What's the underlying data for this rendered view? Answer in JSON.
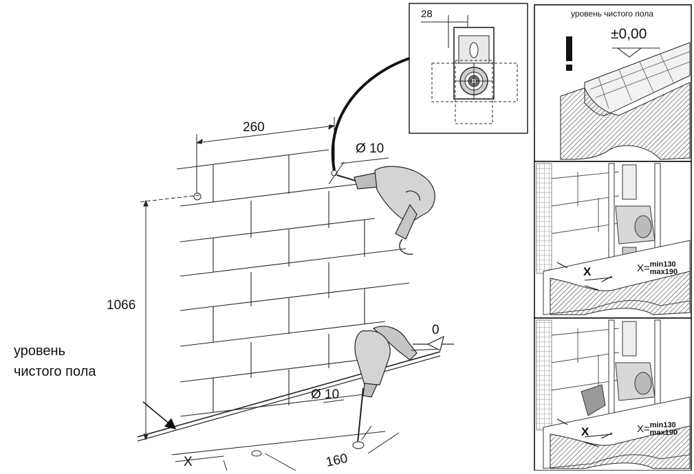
{
  "main": {
    "dim_width": "260",
    "dim_hole_top": "Ø 10",
    "dim_height": "1066",
    "floor_label_line1": "уровень",
    "floor_label_line2": "чистого пола",
    "zero_mark": "0",
    "dim_hole_bottom": "Ø 10",
    "dim_x": "X",
    "dim_offset": "160"
  },
  "detail": {
    "dim": "28"
  },
  "panel_floor": {
    "label": "уровень чистого пола",
    "level": "±0,00",
    "warning_symbol": "!"
  },
  "panel_install_1": {
    "x_label": "X",
    "formula_prefix": "X=",
    "min": "min130",
    "max": "max190"
  },
  "panel_install_2": {
    "x_label": "X",
    "formula_prefix": "X=",
    "min": "min130",
    "max": "max190"
  },
  "colors": {
    "line": "#1a1a1a",
    "drill_body": "#d4d4d4",
    "floor_slab": "#8a8a8a",
    "tile": "#ececec"
  }
}
